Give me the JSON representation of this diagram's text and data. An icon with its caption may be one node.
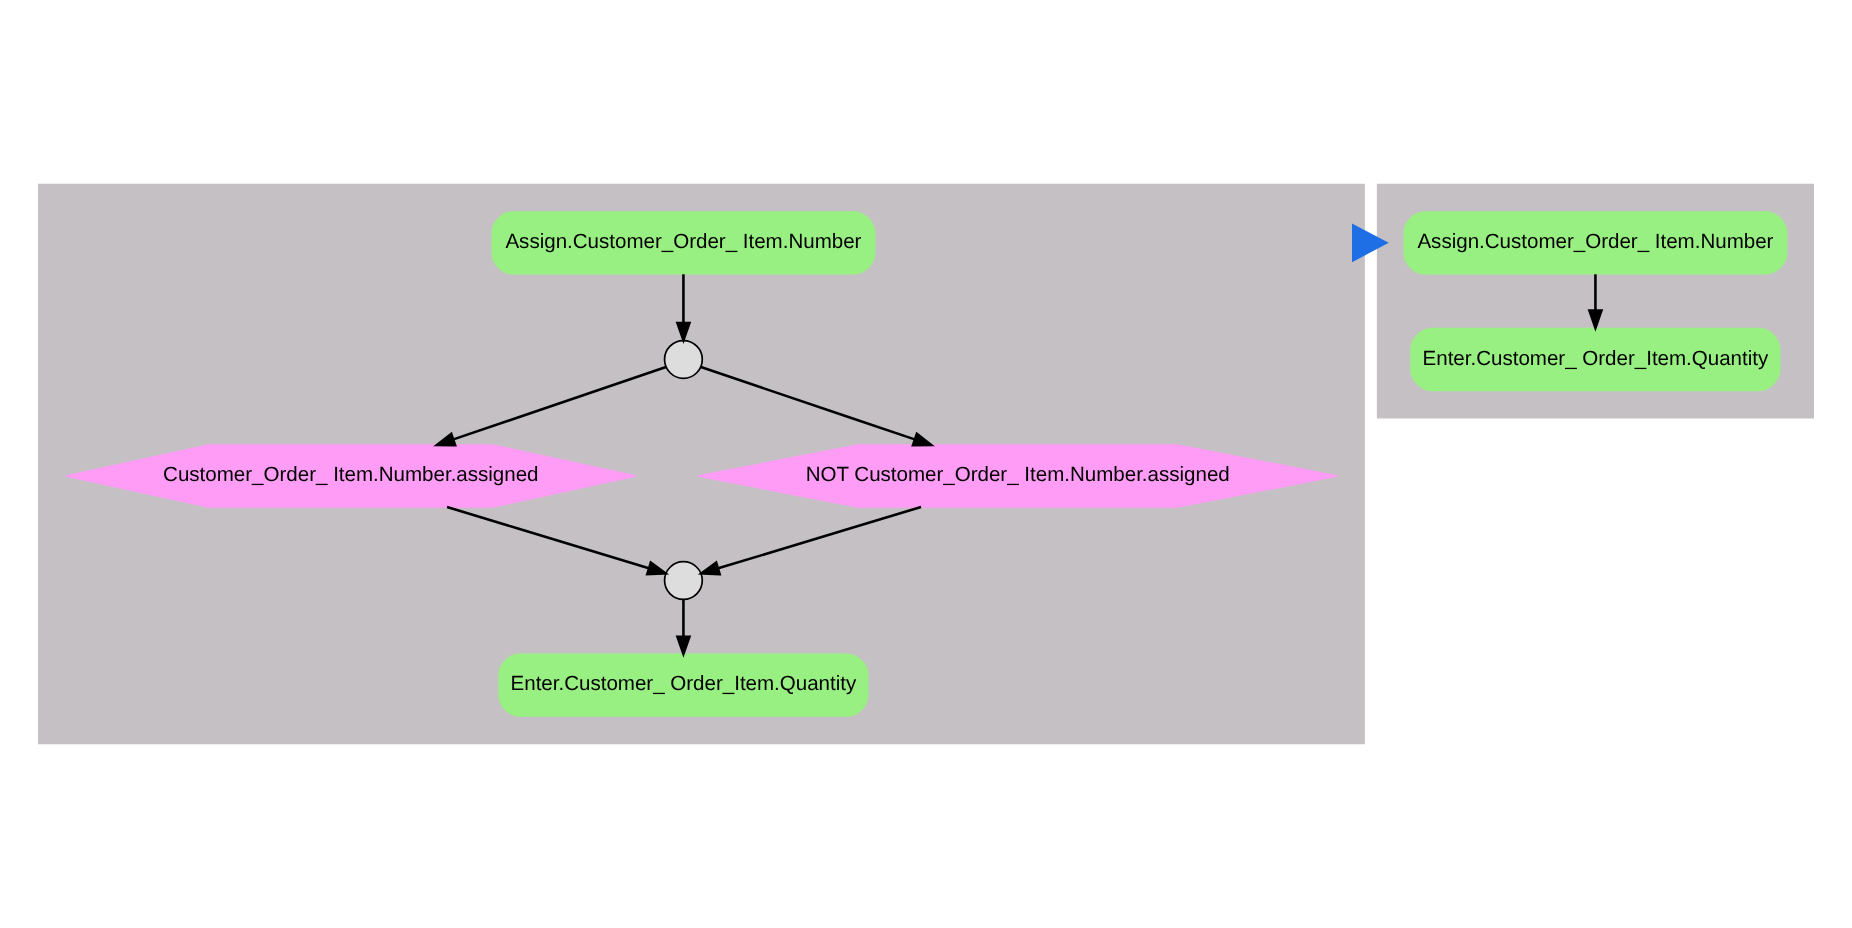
{
  "diagram": {
    "nodes": [
      {
        "text": [],
        "shape": "box"
      },
      {
        "text": [
          "Assign.Customer_Order_ Item.Number"
        ],
        "in": 0
      },
      {
        "text": [],
        "shape": "circle",
        "in": 0
      },
      {
        "text": [
          "Customer_Order_ Item.Number.assigned"
        ],
        "in": 0
      },
      {
        "text": [
          "NOT Customer_Order_ Item.Number.assigned"
        ],
        "in": 0
      },
      {
        "text": [],
        "shape": "circle",
        "in": 0
      },
      {
        "text": [
          "Enter.Customer_ Order_Item.Quantity"
        ],
        "in": 0
      },
      {
        "text": [],
        "shape": "box"
      },
      {
        "text": [
          "Assign.Customer_Order_ Item.Number"
        ],
        "in": 7
      },
      {
        "text": [
          "Enter.Customer_ Order_Item.Quantity"
        ],
        "in": 7
      }
    ],
    "edges": [
      {
        "from": 1,
        "to": 2,
        "arrow": "to"
      },
      {
        "from": 2,
        "to": 3,
        "arrow": "to"
      },
      {
        "from": 2,
        "to": 4,
        "arrow": "to"
      },
      {
        "from": 3,
        "to": 5,
        "arrow": "to"
      },
      {
        "from": 4,
        "to": 5,
        "arrow": "to"
      },
      {
        "from": 5,
        "to": 6,
        "arrow": "to"
      },
      {
        "from": 0,
        "to": 7,
        "arrow": "to",
        "style": "thick",
        "color": "#1e6fe6"
      },
      {
        "from": 8,
        "to": 9,
        "arrow": "to"
      }
    ]
  }
}
